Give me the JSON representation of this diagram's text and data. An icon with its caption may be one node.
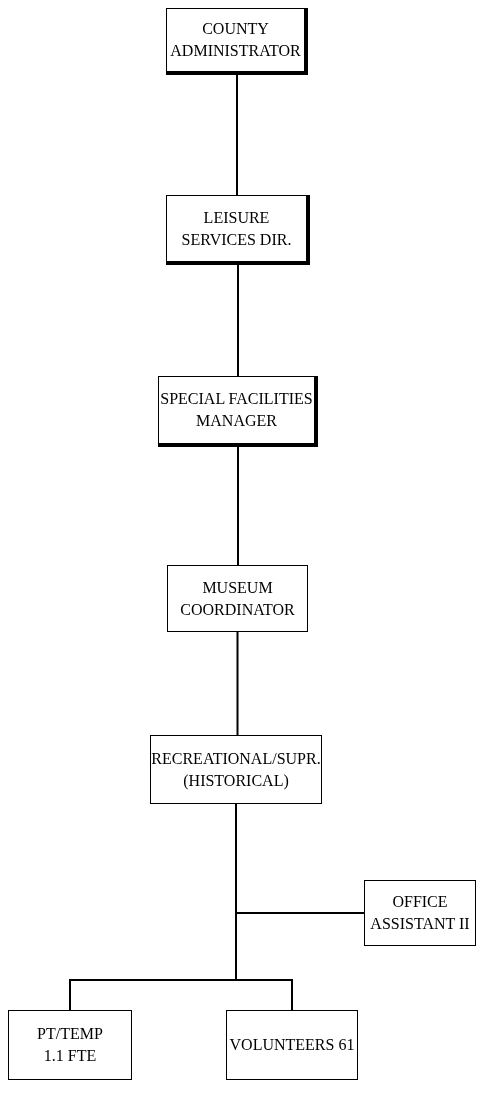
{
  "diagram": {
    "nodes": [
      {
        "text": [
          "COUNTY ADMINISTRATOR"
        ]
      },
      {
        "text": [
          "LEISURE SERVICES DIR."
        ]
      },
      {
        "text": [
          "SPECIAL FACILITIES MANAGER"
        ]
      },
      {
        "text": [
          "MUSEUM COORDINATOR"
        ]
      },
      {
        "text": [
          "RECREATIONAL/SUPR. (HISTORICAL)"
        ]
      },
      {
        "text": [
          "OFFICE ASSISTANT II"
        ]
      },
      {
        "text": [
          "PT/TEMP 1.1 FTE"
        ]
      },
      {
        "text": [
          "VOLUNTEERS 61"
        ]
      }
    ],
    "edges": [
      {
        "from": 0,
        "to": 1,
        "arrow": "none"
      },
      {
        "from": 1,
        "to": 2,
        "arrow": "none"
      },
      {
        "from": 2,
        "to": 3,
        "arrow": "none"
      },
      {
        "from": 3,
        "to": 4,
        "arrow": "none"
      },
      {
        "from": 4,
        "to": 5,
        "arrow": "none"
      },
      {
        "from": 4,
        "to": 6,
        "arrow": "none"
      },
      {
        "from": 4,
        "to": 7,
        "arrow": "none"
      }
    ]
  }
}
